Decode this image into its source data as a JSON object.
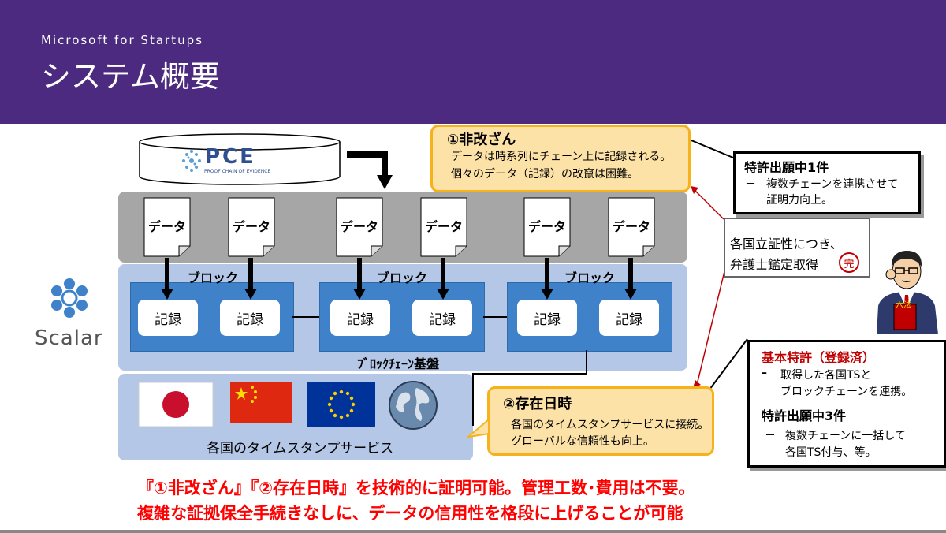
{
  "header": {
    "brand": "Microsoft for Startups",
    "title": "システム概要"
  },
  "pce": {
    "logo_text": "PCE",
    "logo_subtext": "PROOF CHAIN OF EVIDENCE"
  },
  "scalar": {
    "label": "Scalar"
  },
  "data_docs": [
    "データ",
    "データ",
    "データ",
    "データ",
    "データ",
    "データ"
  ],
  "blocks": [
    {
      "label": "ブロック",
      "records": [
        "記録",
        "記録"
      ]
    },
    {
      "label": "ブロック",
      "records": [
        "記録",
        "記録"
      ]
    },
    {
      "label": "ブロック",
      "records": [
        "記録",
        "記録"
      ]
    }
  ],
  "chain_base_label": "ﾌﾞﾛｯｸﾁｪｰﾝ基盤",
  "timestamp_label": "各国のタイムスタンプサービス",
  "callout1": {
    "title": "①非改ざん",
    "line1": "データは時系列にチェーン上に記録される。",
    "line2": "個々のデータ（記録）の改竄は困難。"
  },
  "callout2": {
    "title": "②存在日時",
    "line1": "各国のタイムスタンプサービスに接続。",
    "line2": "グローバルな信頼性も向上。"
  },
  "patent_box1": {
    "title": "特許出願中1件",
    "bullet": "－",
    "line1": "複数チェーンを連携させて",
    "line2": "証明力向上。"
  },
  "lawyer_box": {
    "line1": "各国立証性につき、",
    "line2": "弁護士鑑定取得",
    "stamp": "完"
  },
  "lawyer_book_label": "六法",
  "patent_box2": {
    "title1": "基本特許（登録済）",
    "bullet1": "–",
    "line1a": "取得した各国TSと",
    "line1b": "ブロックチェーンを連携。",
    "title2": "特許出願中3件",
    "bullet2": "－",
    "line2a": "複数チェーンに一括して",
    "line2b": "各国TS付与、等。"
  },
  "footer": {
    "line1": "『①非改ざん』『②存在日時』を技術的に証明可能。管理工数･費用は不要。",
    "line2": "複雑な証拠保全手続きなしに、データの信用性を格段に上げることが可能"
  },
  "colors": {
    "header_bg": "#4c2a7f",
    "callout_bg": "#fde2a7",
    "callout_border": "#f5b21b",
    "footer_red": "#ff0000",
    "patent_red": "#c00000",
    "block_blue": "#3f82c9",
    "chain_bg": "#b4c7e7",
    "data_bg": "#a6a6a6"
  }
}
